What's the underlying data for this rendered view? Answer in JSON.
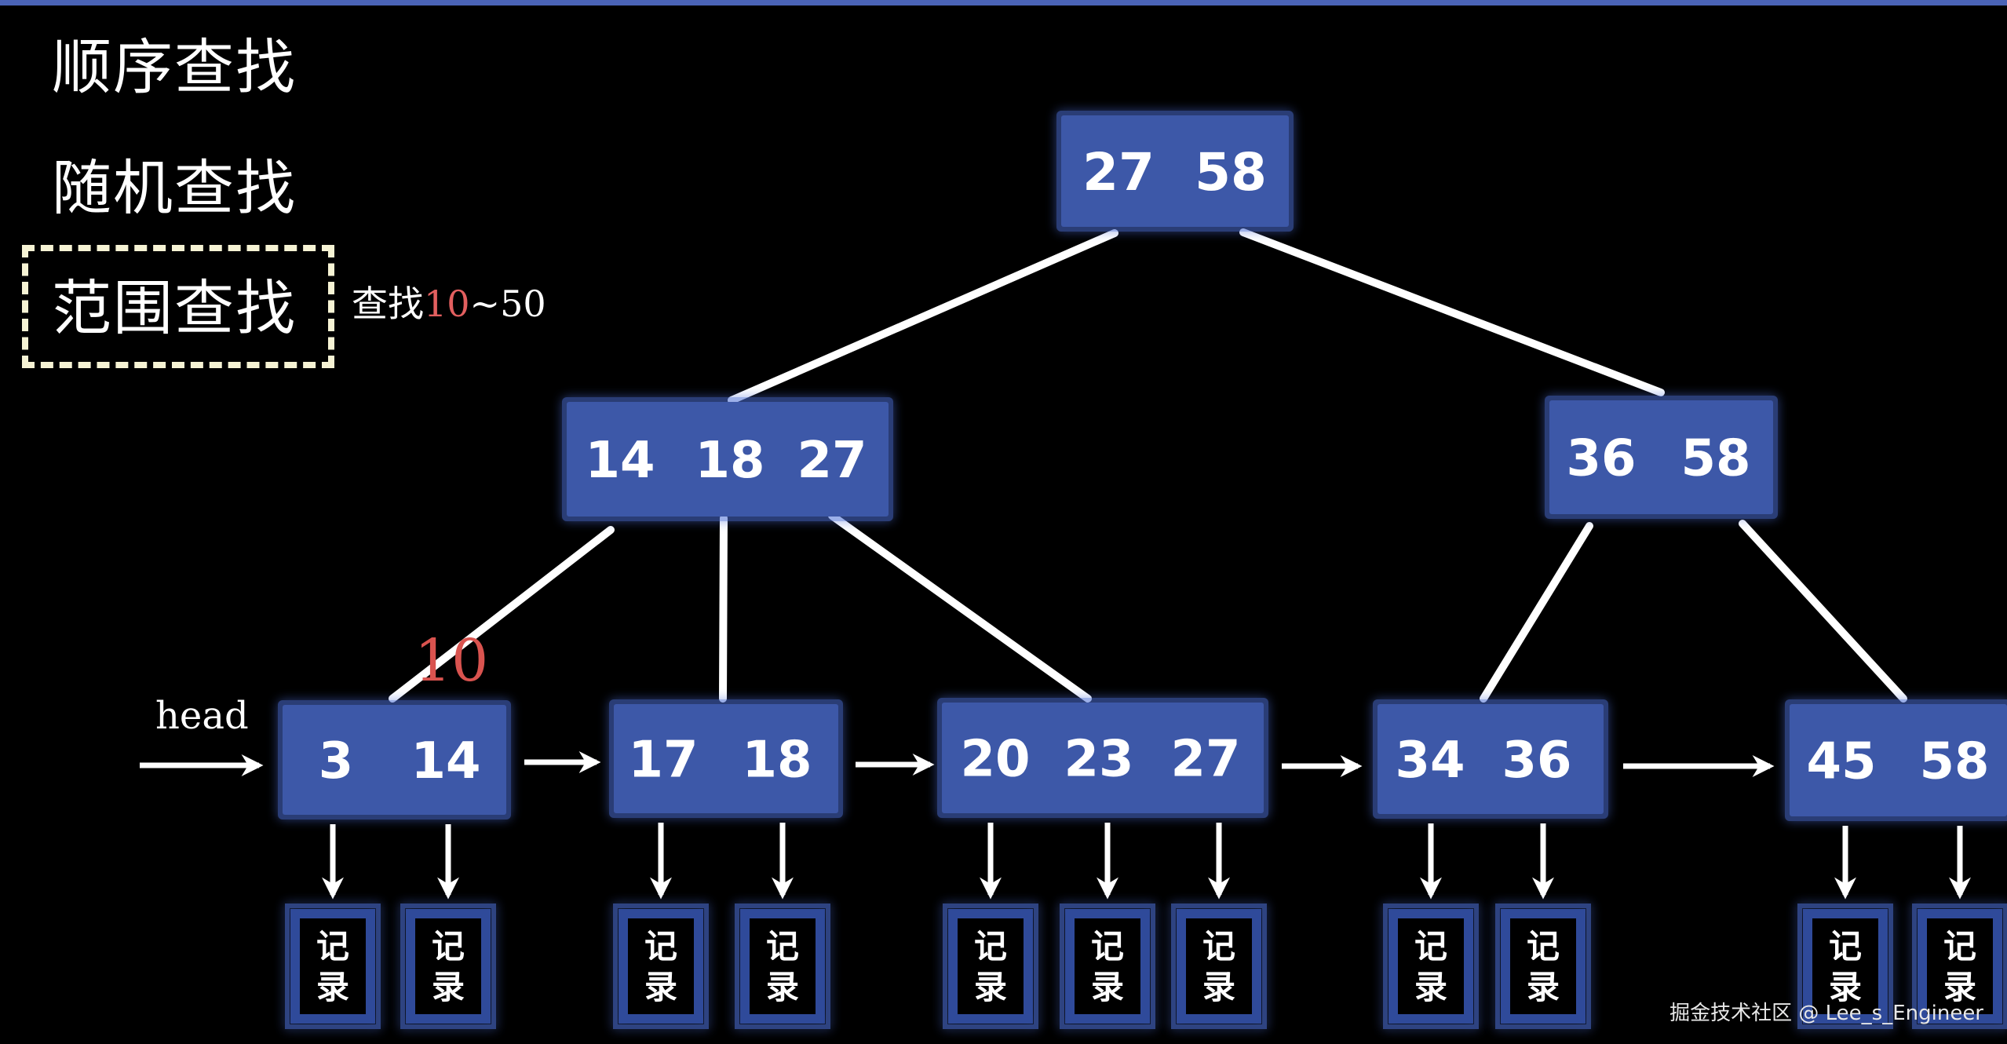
{
  "menu": {
    "items": [
      "顺序查找",
      "随机查找",
      "范围查找"
    ],
    "selected_index": 2
  },
  "range_note": {
    "prefix": "查找",
    "highlight": "10",
    "suffix": "~50"
  },
  "head_label": "head",
  "highlight_marker": "10",
  "record_label": [
    "记",
    "录"
  ],
  "watermark": "掘金技术社区 @ Lee_s_Engineer",
  "colors": {
    "background": "#000000",
    "node_fill": "#3d58a8",
    "node_glow": "#4d6fd8",
    "highlight": "#d9534f",
    "dashed_box": "#f6f3d4"
  },
  "tree": {
    "root": {
      "keys": [
        "27",
        "58"
      ]
    },
    "internal": [
      {
        "keys": [
          "14",
          "18",
          "27"
        ]
      },
      {
        "keys": [
          "36",
          "58"
        ]
      }
    ],
    "leaves": [
      {
        "keys": [
          "3",
          "14"
        ]
      },
      {
        "keys": [
          "17",
          "18"
        ]
      },
      {
        "keys": [
          "20",
          "23",
          "27"
        ]
      },
      {
        "keys": [
          "34",
          "36"
        ]
      },
      {
        "keys": [
          "45",
          "58"
        ]
      }
    ]
  }
}
